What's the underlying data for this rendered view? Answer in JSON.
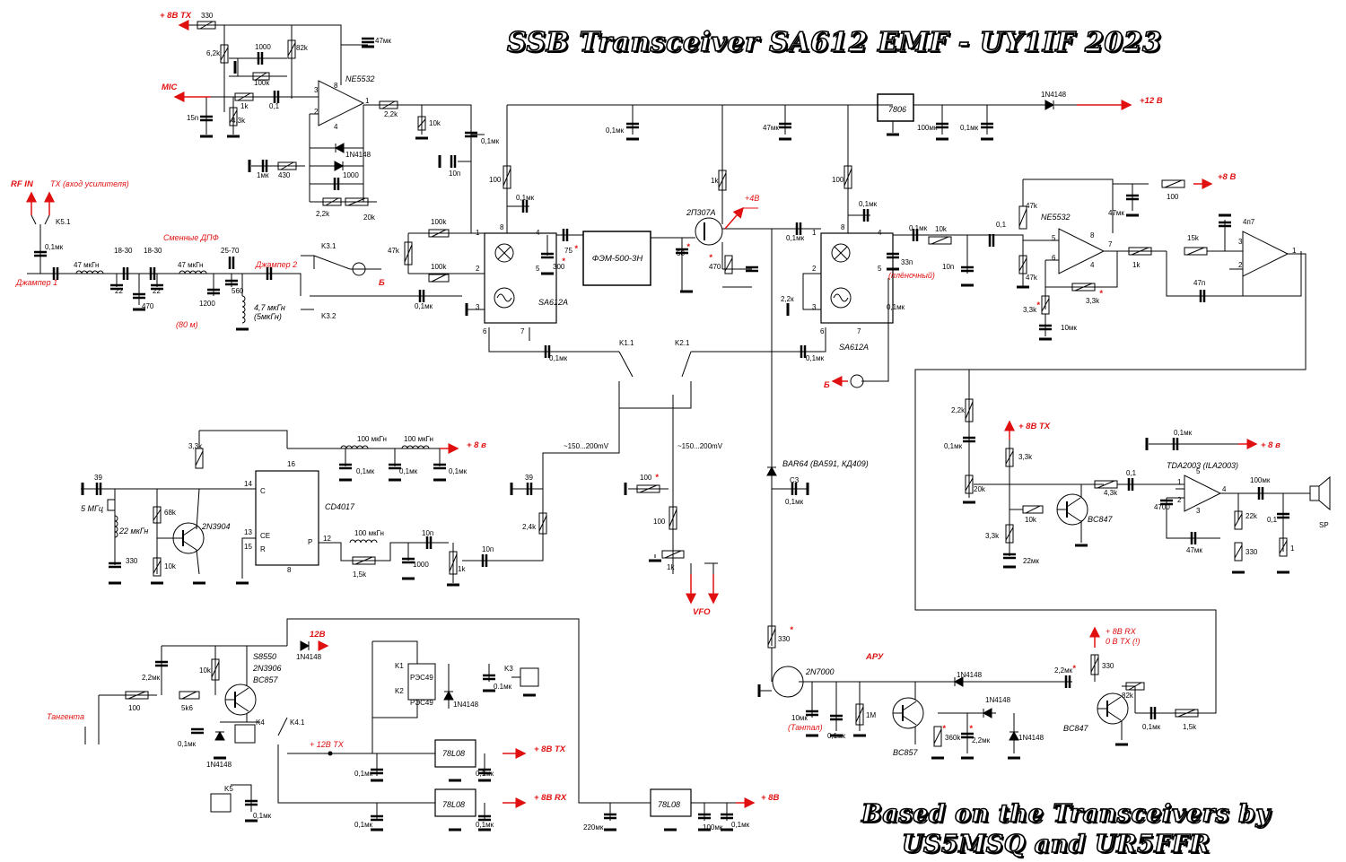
{
  "title": "SSB Transceiver SA612 EMF - UY1IF 2023",
  "credits": {
    "line1": "Based on the Transceivers by",
    "line2": "US5MSQ and UR5FFR"
  },
  "chips": {
    "opamp_mic": "NE5532",
    "opamp_audio": "NE5532",
    "mixer1": "SA612A",
    "mixer2": "SA612A",
    "filter": "ФЭМ-500-3Н",
    "jfet": "2П307А",
    "regulator_main": "7806",
    "counter": "CD4017",
    "power_amp": "TDA2003 (ILA2003)",
    "reg_tx": "78L08",
    "reg_rx": "78L08",
    "reg_8v": "78L08",
    "osc_transistor": "2N3904",
    "agc_fet": "2N7000"
  },
  "power": {
    "p8v_tx": "+ 8В ТХ",
    "p12v": "+12 В",
    "p8v_a": "+8 В",
    "p8v_b": "+ 8 в",
    "p8v_c": "+ 8 в",
    "p8v_tx_b": "+ 8В ТХ",
    "p12v_b": "12В",
    "p12v_tx": "+ 12В ТХ",
    "p8v_tx_c": "+ 8В ТХ",
    "p8v_rx": "+ 8В RX",
    "p8v_d": "+ 8В",
    "p4v": "+4В",
    "p8v_rx2": "+ 8В RX",
    "p0v_tx": "0 В ТХ (!)"
  },
  "signals": {
    "mic": "MIC",
    "rf_in": "RF IN",
    "tx_out": "TX (вход усилителя)",
    "dpf": "Сменные ДПФ",
    "band": "(80 м)",
    "jumper1": "Джампер 1",
    "jumper2": "Джампер 2",
    "vfo": "VFO",
    "agc": "АРУ",
    "ptt": "Тангента",
    "b1": "Б",
    "b2": "Б",
    "vfo_level1": "~150...200mV",
    "vfo_level2": "~150...200mV",
    "osc_freq": "5 МГц",
    "diode_note": "BAR64 (BA591, КД409)",
    "film": "(плёночный)",
    "tantal": "(Тантал)",
    "sp": "SP"
  },
  "relays": [
    "K5.1",
    "K3.1",
    "K3.2",
    "K1.1",
    "K2.1",
    "K1",
    "K2",
    "K3",
    "K4",
    "K4.1",
    "K5"
  ],
  "components": {
    "r330a": "330",
    "r62k": "6,2k",
    "c1000a": "1000",
    "r82k": "82k",
    "r100ka": "100k",
    "c47mka": "47мк",
    "r1k": "1k",
    "c01": "0,1",
    "r43k": "4,3k",
    "c15n": "15n",
    "r22ka": "2,2k",
    "r10ka": "10k",
    "c01mka": "0,1мк",
    "c10na": "10п",
    "c1mk": "1мк",
    "r430": "430",
    "c1000b": "1000",
    "r22kb": "2,2k",
    "r20ka": "20k",
    "d1n4148a": "1N4148",
    "d1n4148b": "1N4148",
    "c01mkb": "0,1мк",
    "l47a": "47 мкГн",
    "c1830a": "18-30",
    "c1830b": "18-30",
    "c22a": "22",
    "c22b": "22",
    "c470": "470",
    "l47b": "47 мкГн",
    "c2570": "25-70",
    "c1200": "1200",
    "c560": "560",
    "l47c": "4,7 мкГн",
    "l5": "(5мкГн)",
    "r47ka": "47k",
    "r100kb": "100k",
    "r100kc": "100k",
    "c01mkc": "0,1мк",
    "r100a": "100",
    "c01mkd": "0,1мк",
    "c75": "75",
    "c300": "300",
    "r1kb": "1k",
    "c58": "58",
    "r470": "470",
    "c01mke": "0,1мк",
    "c47mkb": "47мк",
    "c100mk": "100мк",
    "c01mkf": "0,1мк",
    "c01mkg": "0,1мк",
    "d1n4148c": "1N4148",
    "r100b": "100",
    "c01mkh": "0,1мк",
    "c01mki": "0,1мк",
    "r10kb": "10k",
    "c33n": "33п",
    "c10nb": "10п",
    "c22k": "2,2к",
    "c01mkj": "0,1мк",
    "c01a": "0,1",
    "r47kb": "47k",
    "r47kc": "47k",
    "c47mkc": "47мк",
    "r100c": "100",
    "r15k": "15k",
    "c4n7": "4п7",
    "r1kc": "1k",
    "c47n": "47п",
    "r33ka": "3,3k",
    "r33kb": "3,3k",
    "c10mk": "10мк",
    "c01mkk": "0,1мк",
    "c01mkl": "0,1мк",
    "r33kc": "3,3k",
    "c39a": "39",
    "l22": "22 мкГн",
    "r68k": "68k",
    "c330": "330",
    "r10kc": "10k",
    "l100a": "100 мкГн",
    "l100b": "100 мкГн",
    "c01mkm": "0,1мк",
    "c01mkn": "0,1мк",
    "c01mko": "0,1мк",
    "l100c": "100 мкГн",
    "r15kb": "1,5k",
    "c10nc": "10п",
    "c1000c": "1000",
    "r1kd": "1k",
    "c10nd": "10п",
    "c39b": "39",
    "r24k": "2,4k",
    "r100d": "100",
    "r100e": "100",
    "r1ke": "1k",
    "c3": "C3",
    "c01mkp": "0,1мк",
    "r22kc": "2,2k",
    "c01mkq": "0,1мк",
    "r20kb": "20k",
    "r33kd": "3,3k",
    "r10kd": "10k",
    "t_bc847a": "BC847",
    "r33ke": "3,3k",
    "c22mk": "22мк",
    "r43kb": "4,3k",
    "c01b": "0,1",
    "c4700": "4700",
    "r22kd": "22k",
    "c100mkb": "100мк",
    "c01c": "0,1",
    "r1": "1",
    "r330b": "330",
    "c47mkd": "47мк",
    "c01d": "0,1",
    "r330c": "330",
    "c10mkb": "10мк",
    "c01mkr": "0,1мк",
    "r1m": "1М",
    "t_bc857a": "BC857",
    "r360k": "360k",
    "c22mkb": "2,2мк",
    "d1n4148d": "1N4148",
    "d1n4148e": "1N4148",
    "d1n4148f": "1N4148",
    "c22mkc": "2,2мк",
    "r330d": "330",
    "r82kb": "82k",
    "t_bc847b": "BC847",
    "c01mks": "0,1мк",
    "r15kc": "1,5k",
    "c22mkd": "2,2мк",
    "r100f": "100",
    "r5k6": "5k6",
    "r10ke": "10k",
    "t_s8550": "S8550",
    "t_2n3906": "2N3906",
    "t_bc857b": "BC857",
    "c01mkt": "0,1мк",
    "d1n4148g": "1N4148",
    "d1n4148h": "1N4148",
    "rel_rzs1": "РЭС49",
    "rel_rzs2": "РЭС49",
    "d1n4148i": "1N4148",
    "c01mku": "0.1мк",
    "c01mkv": "0,1мк",
    "c01mkw": "0,1мк",
    "c01mkx": "0,1мк",
    "c01mky": "0,1мк",
    "c01mkz": "0,1мк",
    "c220mk": "220мк",
    "c100mkc": "100мк",
    "c01mkaa": "0,1мк"
  }
}
